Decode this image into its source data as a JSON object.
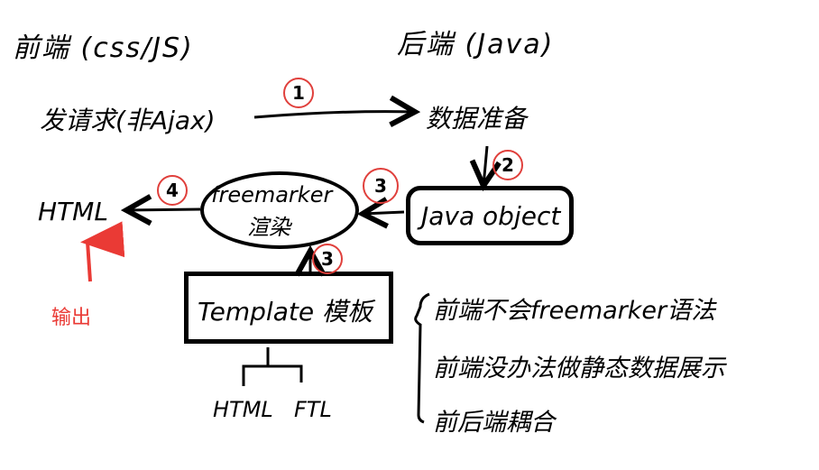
{
  "frontend": {
    "title": "前端 (css/JS)",
    "request": "发请求(非Ajax)"
  },
  "backend": {
    "title": "后端 (Java)",
    "prepare": "数据准备"
  },
  "nodes": {
    "java_object": "Java object",
    "freemarker_line1": "freemarker",
    "freemarker_line2": "渲染",
    "html": "HTML",
    "template": "Template 模板",
    "template_children": [
      "HTML",
      "FTL"
    ]
  },
  "steps": [
    "1",
    "2",
    "3",
    "3",
    "4"
  ],
  "output_label": "输出",
  "notes": [
    "前端不会freemarker语法",
    "前端没办法做静态数据展示",
    "前后端耦合"
  ],
  "colors": {
    "ink": "#000000",
    "accent": "#e0403c",
    "output": "#ea3a35"
  }
}
